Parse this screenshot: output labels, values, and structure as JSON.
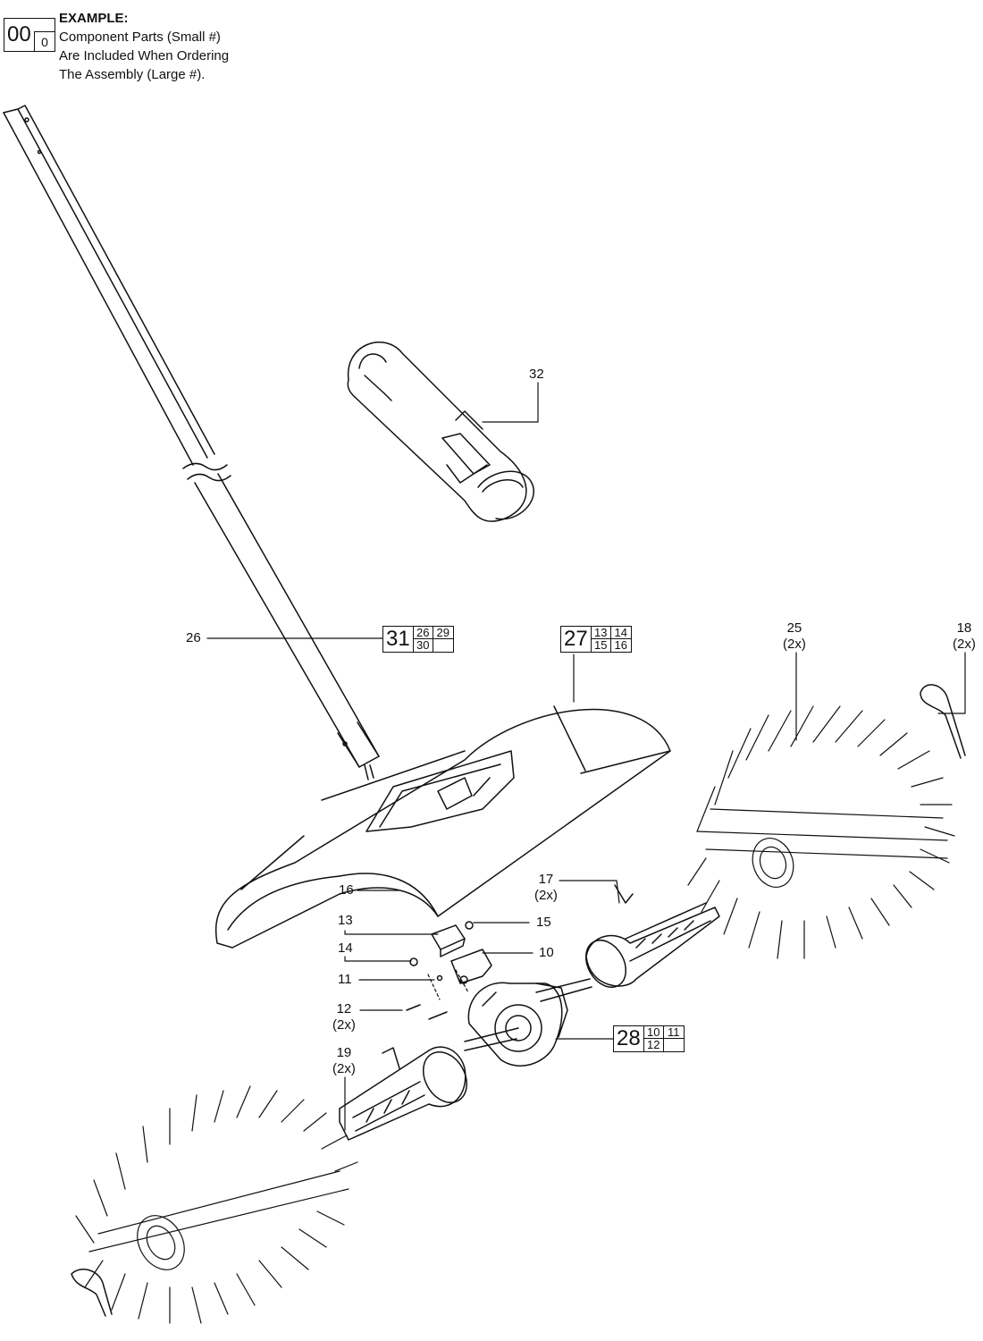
{
  "legend": {
    "big": "00",
    "small": "0",
    "lines": [
      "EXAMPLE:",
      "Component Parts (Small #)",
      "Are Included When Ordering",
      "The Assembly (Large #)."
    ]
  },
  "assemblies": [
    {
      "id": "31",
      "parts": [
        "26",
        "29",
        "30",
        ""
      ]
    },
    {
      "id": "27",
      "parts": [
        "13",
        "14",
        "15",
        "16"
      ]
    },
    {
      "id": "28",
      "parts": [
        "10",
        "11",
        "12",
        ""
      ]
    }
  ],
  "callouts": {
    "p32": "32",
    "p26": "26",
    "p25": "25",
    "p25q": "(2x)",
    "p18": "18",
    "p18q": "(2x)",
    "p16": "16",
    "p17": "17",
    "p17q": "(2x)",
    "p13": "13",
    "p15": "15",
    "p14": "14",
    "p10": "10",
    "p11": "11",
    "p12": "12",
    "p12q": "(2x)",
    "p19": "19",
    "p19q": "(2x)"
  }
}
